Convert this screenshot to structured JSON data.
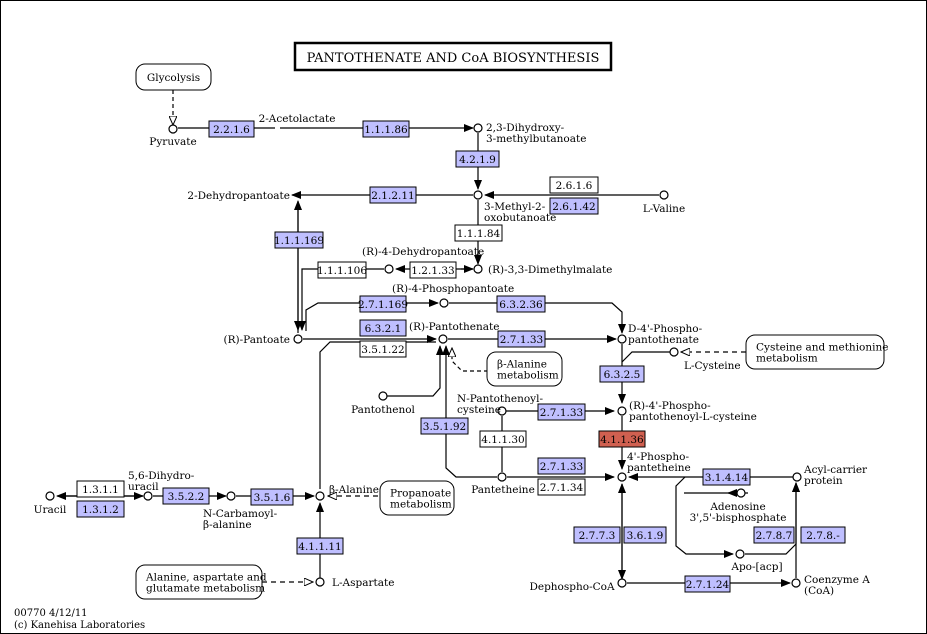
{
  "title": "PANTOTHENATE AND CoA BIOSYNTHESIS",
  "footer": {
    "map_id": "00770 4/12/11",
    "copyright": "(c) Kanehisa Laboratories"
  },
  "colors": {
    "enzyme_present": "#bfbfff",
    "enzyme_highlight": "#d06050",
    "enzyme_absent": "#ffffff",
    "line": "#000000"
  },
  "compounds": {
    "pyruvate": [
      "Pyruvate"
    ],
    "acetolactate": [
      "2-Acetolactate"
    ],
    "dihydroxy": [
      "2,3-Dihydroxy-",
      "3-methylbutanoate"
    ],
    "methyloxo": [
      "3-Methyl-2-",
      "oxobutanoate"
    ],
    "valine": [
      "L-Valine"
    ],
    "dehydropantoate": [
      "2-Dehydropantoate"
    ],
    "r4dehydro": [
      "(R)-4-Dehydropantoate"
    ],
    "dimethylmalate": [
      "(R)-3,3-Dimethylmalate"
    ],
    "r4phospho": [
      "(R)-4-Phosphopantoate"
    ],
    "pantoate": [
      "(R)-Pantoate"
    ],
    "pantothenate": [
      "(R)-Pantothenate"
    ],
    "d4phospho": [
      "D-4'-Phospho-",
      "pantothenate"
    ],
    "cysteine": [
      "L-Cysteine"
    ],
    "pantothenol": [
      "Pantothenol"
    ],
    "npantothenoyl": [
      "N-Pantothenoyl-",
      "cysteine"
    ],
    "phosphocysteine": [
      "(R)-4'-Phospho-",
      "pantothenoyl-L-cysteine"
    ],
    "pantetheine": [
      "Pantetheine"
    ],
    "phosphopantetheine": [
      "4'-Phospho-",
      "pantetheine"
    ],
    "acp": [
      "Acyl-carrier",
      "protein"
    ],
    "adenosine": [
      "Adenosine",
      "3',5'-bisphosphate"
    ],
    "apoacp": [
      "Apo-[acp]"
    ],
    "dephospho": [
      "Dephospho-CoA"
    ],
    "coa": [
      "Coenzyme A",
      "(CoA)"
    ],
    "uracil": [
      "Uracil"
    ],
    "dihydrouracil": [
      "5,6-Dihydro-",
      "uracil"
    ],
    "carbamoyl": [
      "N-Carbamoyl-",
      "β-alanine"
    ],
    "balanine": [
      "β-Alanine"
    ],
    "aspartate": [
      "L-Aspartate"
    ]
  },
  "maps": {
    "glycolysis": [
      "Glycolysis"
    ],
    "cysmet": [
      "Cysteine and methionine",
      "metabolism"
    ],
    "bala": [
      "β-Alanine",
      "metabolism"
    ],
    "propanoate": [
      "Propanoate",
      "metabolism"
    ],
    "alaasp": [
      "Alanine, aspartate and",
      "glutamate metabolism"
    ]
  },
  "enzymes": {
    "e2216": "2.2.1.6",
    "e11186": "1.1.1.86",
    "e4219": "4.2.1.9",
    "e2616": "2.6.1.6",
    "e26142": "2.6.1.42",
    "e21211": "2.1.2.11",
    "e11184": "1.1.1.84",
    "e111169": "1.1.1.169",
    "e111106": "1.1.1.106",
    "e12133": "1.2.1.33",
    "e271169": "2.7.1.169",
    "e63236": "6.3.2.36",
    "e6321": "6.3.2.1",
    "e35122": "3.5.1.22",
    "e27133a": "2.7.1.33",
    "e6325": "6.3.2.5",
    "e35192": "3.5.1.92",
    "e27133b": "2.7.1.33",
    "e41130": "4.1.1.30",
    "e41136": "4.1.1.36",
    "e27133c": "2.7.1.33",
    "e27134": "2.7.1.34",
    "e31414": "3.1.4.14",
    "e2773": "2.7.7.3",
    "e3619": "3.6.1.9",
    "e2787": "2.7.8.7",
    "e278": "2.7.8.-",
    "e27124": "2.7.1.24",
    "e1311": "1.3.1.1",
    "e1312": "1.3.1.2",
    "e3522": "3.5.2.2",
    "e3516": "3.5.1.6",
    "e41111": "4.1.1.11"
  }
}
